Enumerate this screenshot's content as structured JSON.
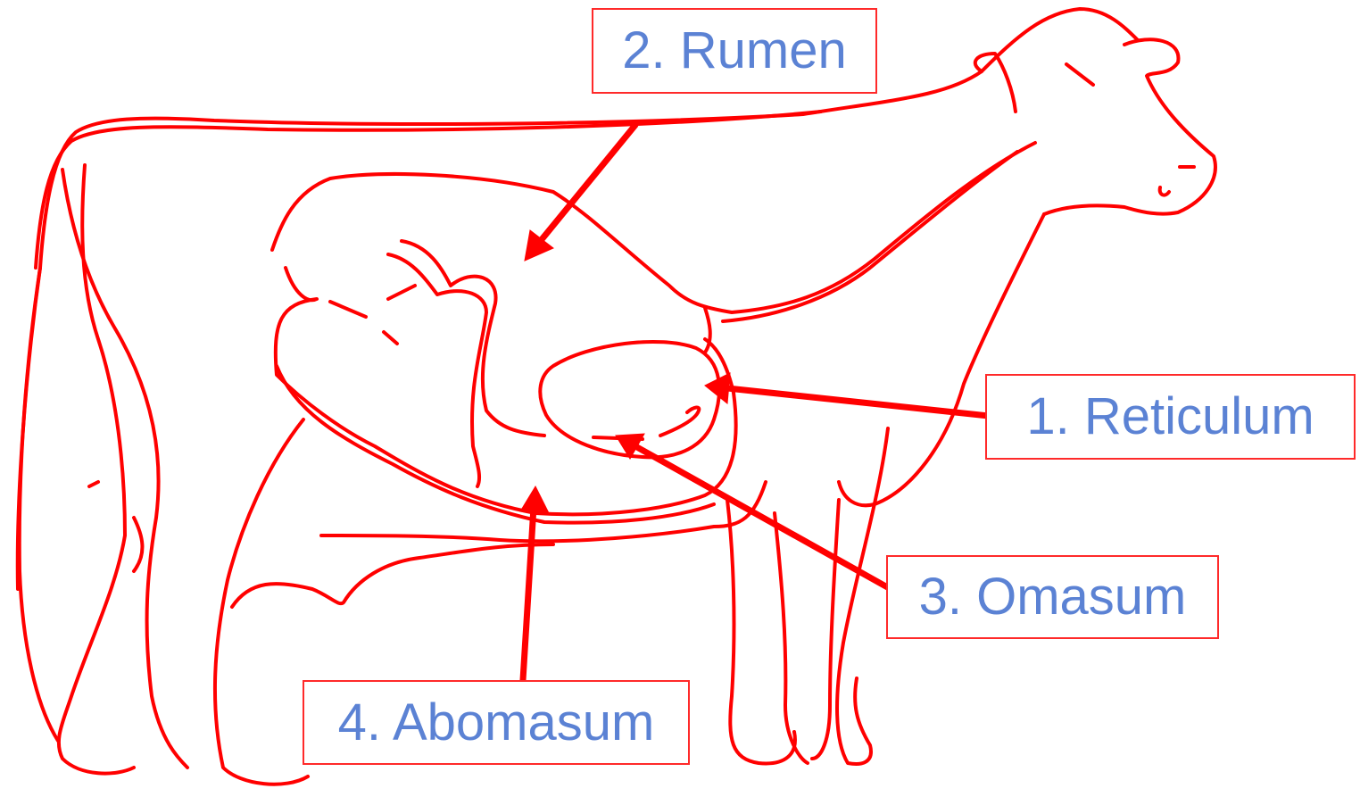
{
  "labels": {
    "rumen": "2. Rumen",
    "reticulum": "1. Reticulum",
    "omasum": "3. Omasum",
    "abomasum": "4. Abomasum"
  },
  "colors": {
    "outline": "#ff0000",
    "label_text": "#5b82d4",
    "label_border": "#ff2a2a",
    "background": "#ffffff"
  }
}
